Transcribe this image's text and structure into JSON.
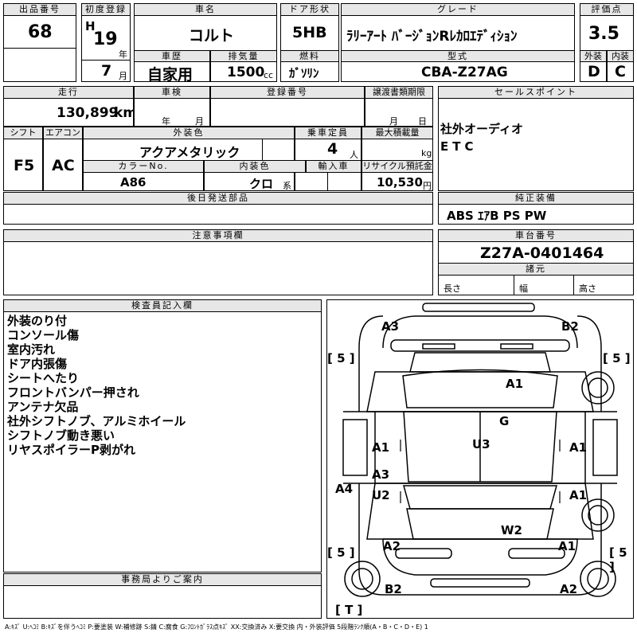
{
  "header": {
    "lot_label": "出品番号",
    "lot_value": "68",
    "first_reg_label": "初度登録",
    "era": "H",
    "year": "19",
    "year_unit": "年",
    "month": "7",
    "month_unit": "月",
    "car_name_label": "車名",
    "car_name": "コルト",
    "door_label": "ドア形状",
    "door_value": "5HB",
    "grade_label": "グレード",
    "grade_value": "ﾗﾘｰｱｰﾄ ﾊﾞｰｼﾞｮﾝRﾚｶﾛｴﾃﾞｨｼｮﾝ",
    "score_label": "評価点",
    "score_value": "3.5",
    "history_label": "車歴",
    "history_value": "自家用",
    "displacement_label": "排気量",
    "displacement_value": "1500",
    "displacement_unit": "cc",
    "fuel_label": "燃料",
    "fuel_value": "ｶﾞｿﾘﾝ",
    "model_label": "型式",
    "model_value": "CBA-Z27AG",
    "ext_label": "外装",
    "ext_value": "D",
    "int_label": "内装",
    "int_value": "C"
  },
  "row2": {
    "mileage_label": "走行",
    "mileage_value": "130,899",
    "mileage_unit": "km",
    "inspection_label": "車検",
    "inspection_year": "年",
    "inspection_month": "月",
    "reg_no_label": "登録番号",
    "transfer_label": "譲渡書類期限",
    "transfer_month": "月",
    "transfer_day": "日",
    "sales_label": "セールスポイント",
    "sales_points": [
      "社外オーディオ",
      "ETC"
    ]
  },
  "row3": {
    "shift_label": "シフト",
    "shift_value": "F5",
    "ac_label": "エアコン",
    "ac_value": "AC",
    "ext_color_label": "外装色",
    "ext_color_value": "アクアメタリック",
    "capacity_label": "乗車定員",
    "capacity_value": "4",
    "capacity_unit": "人",
    "max_load_label": "最大積載量",
    "max_load_unit": "kg",
    "color_no_label": "カラーNo.",
    "color_no_value": "A86",
    "int_color_label": "内装色",
    "int_color_value": "クロ",
    "int_color_unit": "系",
    "import_label": "輸入車",
    "recycle_label": "リサイクル預託金",
    "recycle_value": "10,530",
    "recycle_unit": "円",
    "accessories_label": "後日発送部品",
    "equip_label": "純正装備",
    "equip_value": "ABS ｴｱB PS PW"
  },
  "notes": {
    "caution_label": "注意事項欄",
    "chassis_label": "車台番号",
    "chassis_value": "Z27A-0401464",
    "spec_label": "諸元",
    "length_label": "長さ",
    "width_label": "幅",
    "height_label": "高さ",
    "inspector_label": "検査員記入欄",
    "remarks": [
      "外装のり付",
      "コンソール傷",
      "室内汚れ",
      "ドア内張傷",
      "シートへたり",
      "フロントバンパー押され",
      "アンテナ欠品",
      "社外シフトノブ、アルミホイール",
      "シフトノブ動き悪い",
      "リヤスポイラーP剥がれ"
    ],
    "office_label": "事務局よりご案内"
  },
  "diagram": {
    "marks": [
      "A3",
      "B2",
      "A1",
      "G",
      "U3",
      "A1",
      "A1",
      "A3",
      "A4",
      "U2",
      "A1",
      "W2",
      "A2",
      "A1",
      "B2",
      "A2"
    ],
    "tire_marks": [
      "[ 5 ]",
      "[ 5 ]",
      "[ 5 ]",
      "[ 5 ]",
      "[ T ]"
    ]
  },
  "legend": "A:ｷｽﾞ U:ﾍｺﾐ B:ｷｽﾞを伴うﾍｺﾐ P:要塗装 W:補修跡 S:錆 C:腐食 G:ﾌﾛﾝﾄｶﾞﾗｽ点ｷｽﾞ XX:交換済み X:要交換 内・外装評価 5段階ﾗﾝｸ順(A・B・C・D・E) 1"
}
